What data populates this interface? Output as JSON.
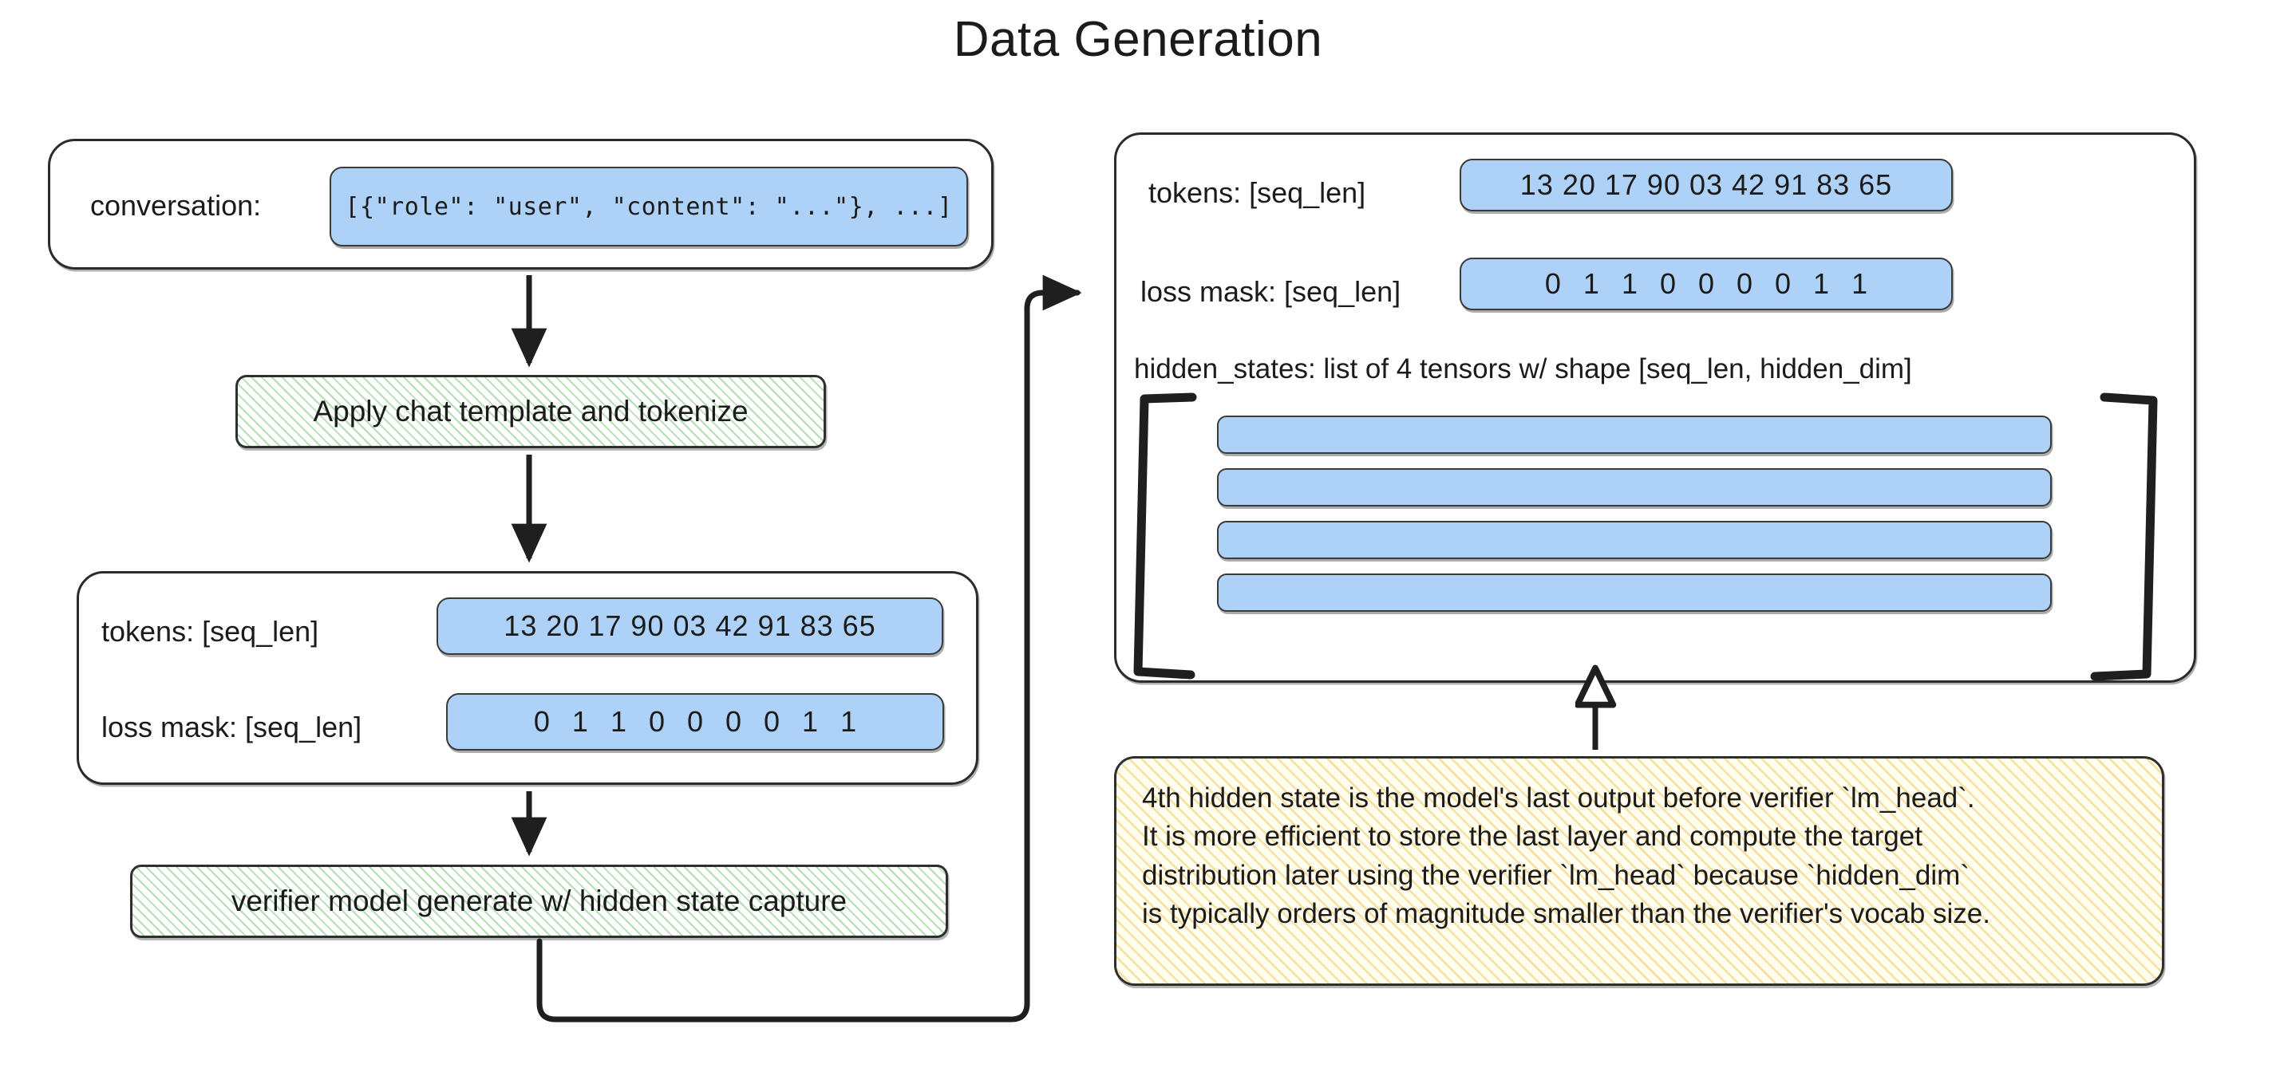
{
  "title": "Data Generation",
  "left_column": {
    "conversation_box": {
      "label": "conversation:",
      "value": "[{\"role\": \"user\", \"content\": \"...\"}, ...]"
    },
    "process_tokenize": "Apply chat template and tokenize",
    "tokens_box": {
      "tokens_label": "tokens: [seq_len]",
      "tokens_value": "13 20 17 90 03 42 91 83 65",
      "loss_mask_label": "loss mask: [seq_len]",
      "loss_mask_value": "0 1 1 0 0 0 0 1 1"
    },
    "process_generate": "verifier model generate w/ hidden state capture"
  },
  "right_column": {
    "output_box": {
      "tokens_label": "tokens: [seq_len]",
      "tokens_value": "13 20 17 90 03 42 91 83 65",
      "loss_mask_label": "loss mask: [seq_len]",
      "loss_mask_value": "0 1 1 0 0 0 0 1 1",
      "hidden_states_label": "hidden_states: list of 4 tensors w/ shape [seq_len, hidden_dim]",
      "hidden_state_count": 4
    },
    "note": {
      "line1": "4th hidden state is the model's last output before verifier `lm_head`.",
      "line2": "It is more efficient to store the last layer and compute the target",
      "line3": "distribution later using the verifier `lm_head` because `hidden_dim`",
      "line4": "is typically orders of magnitude smaller than the verifier's vocab size."
    }
  },
  "colors": {
    "chip_fill": "#aed2f7",
    "process_hatch": "#78c378",
    "note_hatch": "#f0c85a",
    "stroke": "#2b2b2b",
    "background": "#ffffff"
  }
}
